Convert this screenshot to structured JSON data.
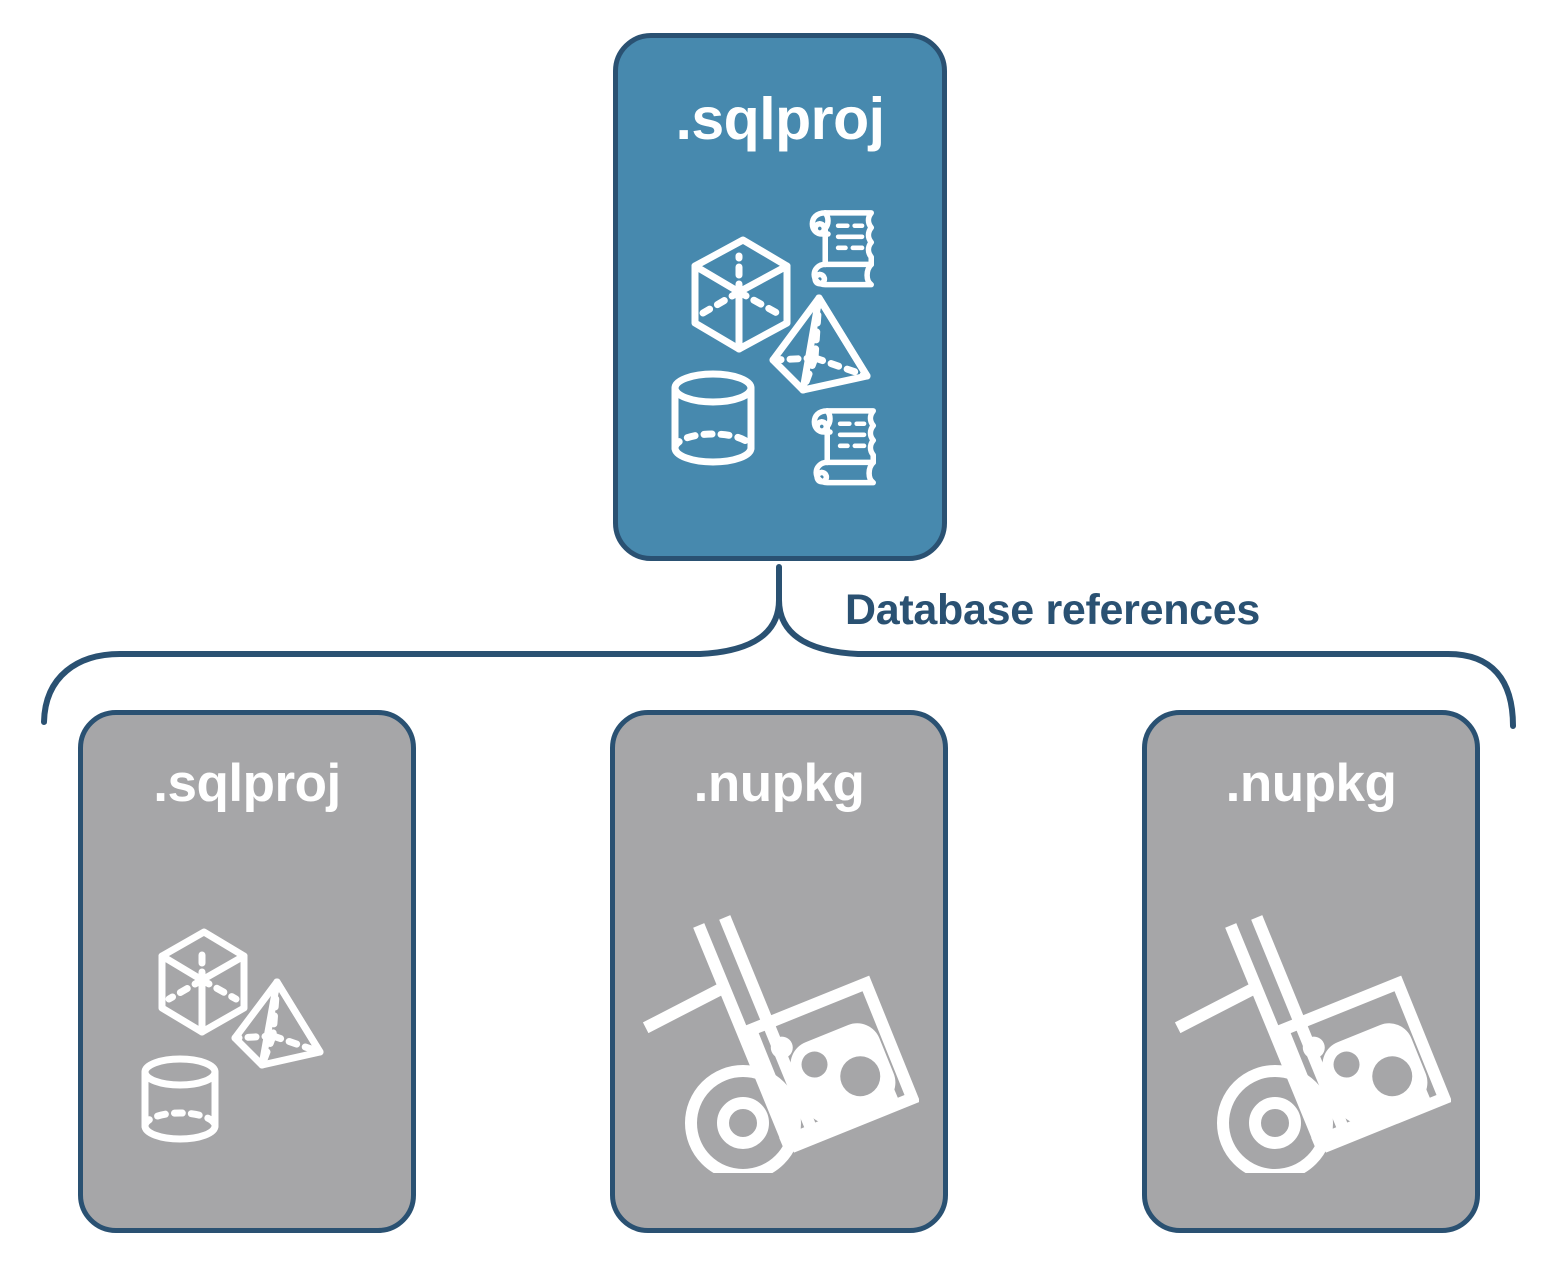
{
  "diagram": {
    "title_text": "Database references",
    "background_color": "#ffffff",
    "colors": {
      "primary_fill": "#4789ae",
      "secondary_fill": "#a6a6a8",
      "stroke": "#2a5172",
      "label_text": "#2a5172",
      "node_text": "#ffffff"
    }
  },
  "root_node": {
    "label": ".sqlproj",
    "fill": "#4789ae",
    "icons": [
      "cube-wireframe-icon",
      "scroll-script-icon",
      "pyramid-wireframe-icon",
      "cylinder-wireframe-icon",
      "scroll-script-icon"
    ]
  },
  "connector": {
    "type": "curly-brace",
    "label": "Database references",
    "color": "#2a5172",
    "orientation": "downward"
  },
  "referenced_nodes": [
    {
      "label": ".sqlproj",
      "fill": "#a6a6a8",
      "icons": [
        "cube-wireframe-icon",
        "pyramid-wireframe-icon",
        "cylinder-wireframe-icon"
      ]
    },
    {
      "label": ".nupkg",
      "fill": "#a6a6a8",
      "icons": [
        "hand-truck-package-icon"
      ]
    },
    {
      "label": ".nupkg",
      "fill": "#a6a6a8",
      "icons": [
        "hand-truck-package-icon"
      ]
    }
  ]
}
